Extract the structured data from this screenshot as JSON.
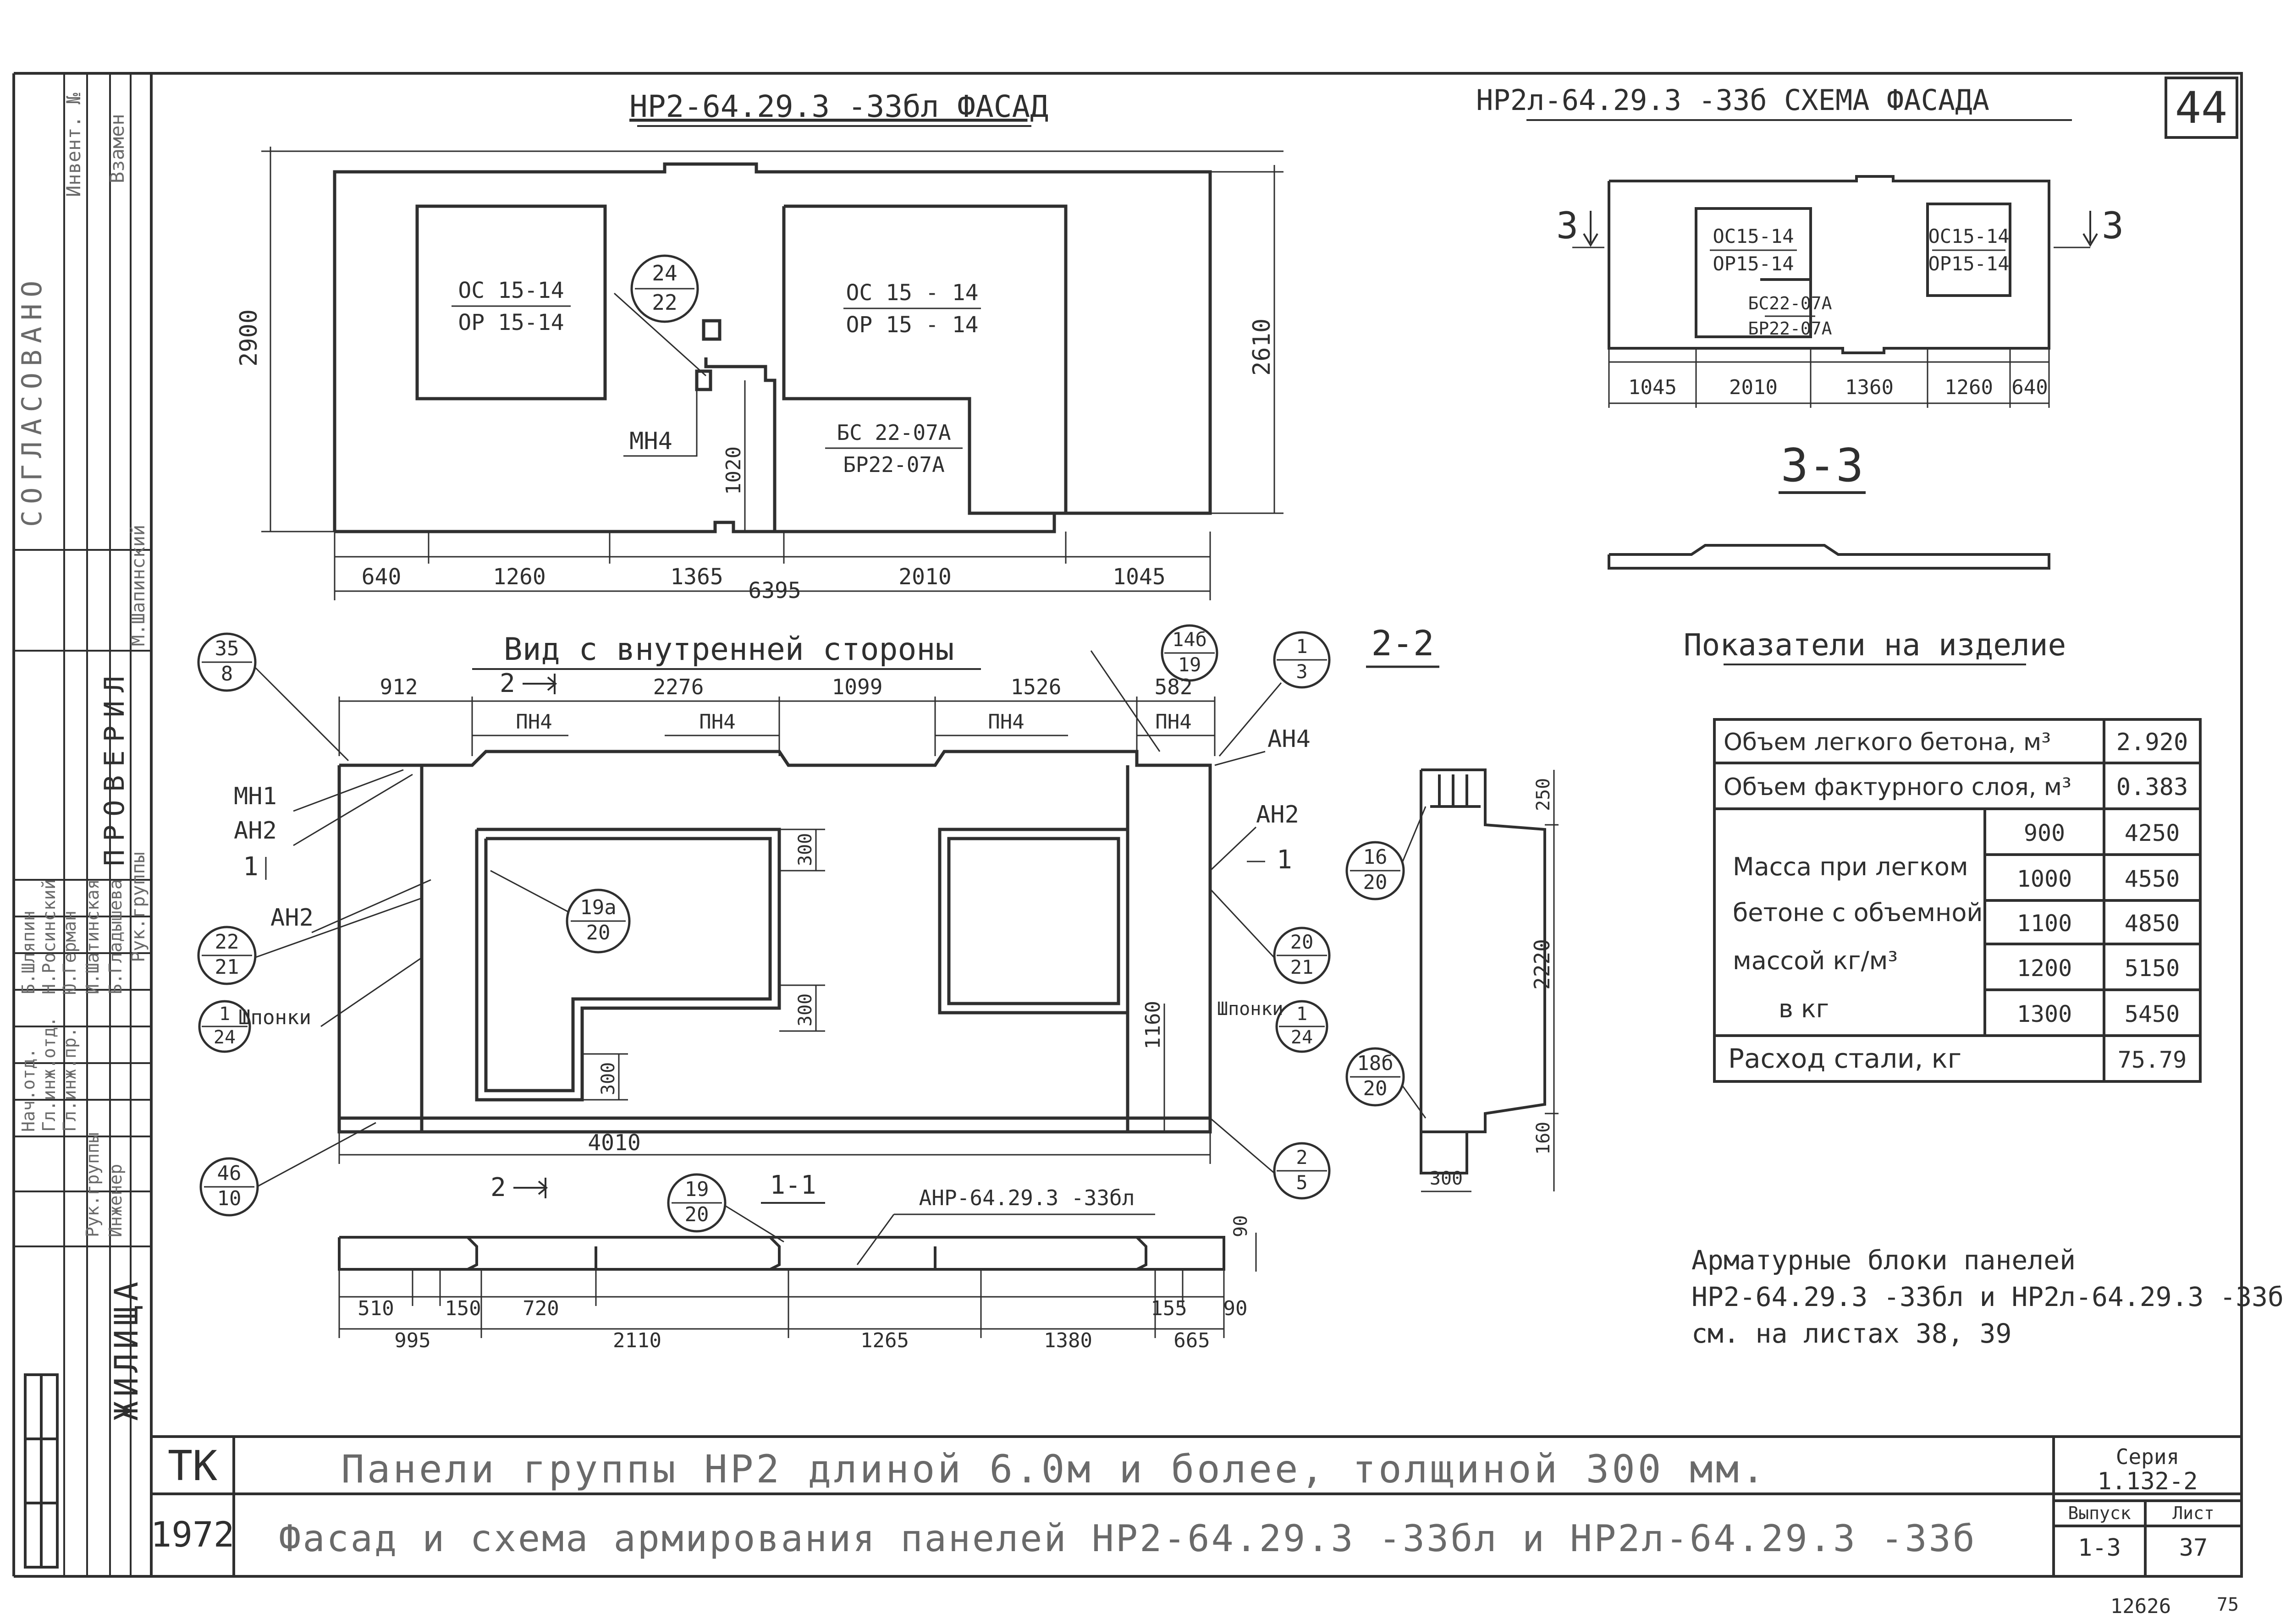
{
  "sheet_no": "44",
  "sheet_37": "37",
  "stamp_number": "12626",
  "stamp_mark": "75",
  "facade_title": "НР2-64.29.3 -33бл ФАСАД",
  "scheme_title": "НР2л-64.29.3 -33б СХЕМА ФАСАДА",
  "facade": {
    "height": "2900",
    "height_right": "2610",
    "win1_top": "ОС 15-14",
    "win1_bottom": "ОР 15-14",
    "win2_top": "ОС 15 - 14",
    "win2_bottom": "ОР 15 - 14",
    "door_top": "БС 22-07А",
    "door_bottom": "БР22-07А",
    "node_top": "24",
    "node_bottom": "22",
    "mn_label": "МН4",
    "dim_1020": "1020",
    "dims": [
      "640",
      "1260",
      "1365",
      "2010",
      "1045"
    ],
    "total": "6395"
  },
  "scheme": {
    "cut": "3",
    "w1_top": "ОС15-14",
    "w1_bottom": "ОР15-14",
    "w2_top": "ОС15-14",
    "w2_bottom": "ОР15-14",
    "d_top": "БС22-07А",
    "d_bottom": "БР22-07А",
    "dims": [
      "1045",
      "2010",
      "1360",
      "1260",
      "640"
    ],
    "section_label": "3-3"
  },
  "inner": {
    "title": "Вид с внутренней стороны",
    "top_dims": [
      "912",
      "2276",
      "1099",
      "1526",
      "582"
    ],
    "cut_marks": [
      "2",
      "2"
    ],
    "pn4": "ПН4",
    "labels": {
      "mn1": "МН1",
      "an2": "АН2",
      "an2b": "АН2",
      "an2c": "АН2",
      "an4": "АН4",
      "one": "1",
      "keys_left": "Шпонки",
      "keys_right": "Шпонки"
    },
    "dim_300": "300",
    "dim_1160": "1160",
    "dim_4010": "4010",
    "nodes": {
      "n35_8": [
        "35",
        "8"
      ],
      "n22_21": [
        "22",
        "21"
      ],
      "n1_24": [
        "1",
        "24"
      ],
      "n46_10": [
        "46",
        "10"
      ],
      "n19a_20": [
        "19а",
        "20"
      ],
      "n14b_19": [
        "14б",
        "19"
      ],
      "n1_3": [
        "1",
        "3"
      ],
      "n16_20": [
        "16",
        "20"
      ],
      "n20_21": [
        "20",
        "21"
      ],
      "n1_24b": [
        "1",
        "24"
      ],
      "n18b_20": [
        "18б",
        "20"
      ],
      "n2_5": [
        "2",
        "5"
      ],
      "n19_20": [
        "19",
        "20"
      ]
    }
  },
  "section_1_1": {
    "label": "1-1",
    "anr": "АНР-64.29.3 -33бл",
    "dims_row1": [
      "510",
      "150",
      "720",
      "155",
      "90"
    ],
    "dims_row2": [
      "995",
      "2110",
      "1265",
      "1380",
      "665"
    ],
    "dim_90": "90"
  },
  "section_2_2": {
    "label": "2-2",
    "dims": [
      "250",
      "2220",
      "160",
      "300"
    ]
  },
  "indicators": {
    "title": "Показатели на изделие",
    "rows": [
      {
        "label": "Объем легкого бетона, м³",
        "value": "2.920"
      },
      {
        "label": "Объем фактурного слоя, м³",
        "value": "0.383"
      }
    ],
    "mass_label": [
      "Масса при легком",
      "бетоне с объемной",
      "массой кг/м³",
      "в кг"
    ],
    "mass_rows": [
      {
        "density": "900",
        "mass": "4250"
      },
      {
        "density": "1000",
        "mass": "4550"
      },
      {
        "density": "1100",
        "mass": "4850"
      },
      {
        "density": "1200",
        "mass": "5150"
      },
      {
        "density": "1300",
        "mass": "5450"
      }
    ],
    "steel_label": "Расход стали, кг",
    "steel_value": "75.79"
  },
  "note": [
    "Арматурные блоки панелей",
    "НР2-64.29.3 -33бл и НР2л-64.29.3 -33б",
    "см. на листах 38, 39"
  ],
  "title_block": {
    "org": "ТК",
    "year": "1972",
    "line1": "Панели группы НР2 длиной 6.0м и более, толщиной 300 мм.",
    "line2": "Фасад и схема армирования панелей НР2-64.29.3 -33бл и НР2л-64.29.3 -33б",
    "series_label": "Серия",
    "series": "1.132-2",
    "issue_label": "Выпуск",
    "issue": "1-3",
    "sheet_label": "Лист",
    "sheet": "37"
  },
  "left_strip": {
    "top_cells": [
      "Инвент. №",
      "Взамен"
    ],
    "approvals": "СОГЛАСОВАНО",
    "checked": "ПРОВЕРИЛ",
    "checked_by": "М.Шапинский",
    "group_lead": "Рук.группы",
    "housing": "ЖИЛИЩА",
    "roles": [
      "Нач.отд.",
      "Гл.инж.отд.",
      "Гл.инж.пр.",
      "Рук.группы",
      "Инженер"
    ],
    "names": [
      "Б.Шляпин",
      "Н.Росинский",
      "Ю.Герман",
      "И.Шатинская",
      "Б.Гладышева"
    ]
  }
}
